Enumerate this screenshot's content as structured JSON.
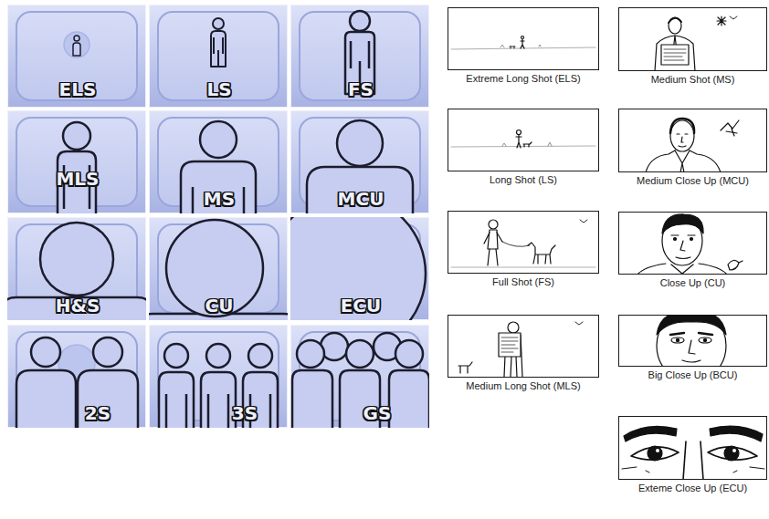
{
  "diagram": {
    "nodes": [
      {
        "text": [
          "ELS"
        ]
      },
      {
        "text": [
          "LS"
        ]
      },
      {
        "text": [
          "FS"
        ]
      },
      {
        "text": [
          "MLS"
        ]
      },
      {
        "text": [
          "MS"
        ]
      },
      {
        "text": [
          "MCU"
        ]
      },
      {
        "text": [
          "H&S"
        ]
      },
      {
        "text": [
          "CU"
        ]
      },
      {
        "text": [
          "ECU"
        ]
      },
      {
        "text": [
          "2S"
        ]
      },
      {
        "text": [
          "3S"
        ]
      },
      {
        "text": [
          "GS"
        ]
      },
      {
        "text": [
          "Extreme Long Shot (ELS)"
        ]
      },
      {
        "text": [
          "Medium Shot (MS)"
        ]
      },
      {
        "text": [
          "Long Shot (LS)"
        ]
      },
      {
        "text": [
          "Medium Close Up (MCU)"
        ]
      },
      {
        "text": [
          "Full Shot (FS)"
        ]
      },
      {
        "text": [
          "Close Up (CU)"
        ]
      },
      {
        "text": [
          "Medium Long Shot (MLS)"
        ]
      },
      {
        "text": [
          "Big Close Up (BCU)"
        ]
      },
      {
        "text": [
          "Exteme Close Up (ECU)"
        ]
      }
    ]
  }
}
